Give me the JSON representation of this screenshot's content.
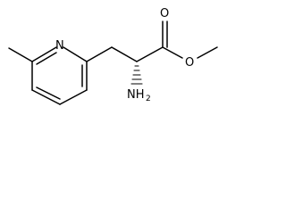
{
  "molecule": {
    "atoms": {
      "ring_nitrogen": "N",
      "carbonyl_oxygen": "O",
      "ester_oxygen": "O",
      "amine": "NH",
      "amine_subscript": "2"
    }
  }
}
